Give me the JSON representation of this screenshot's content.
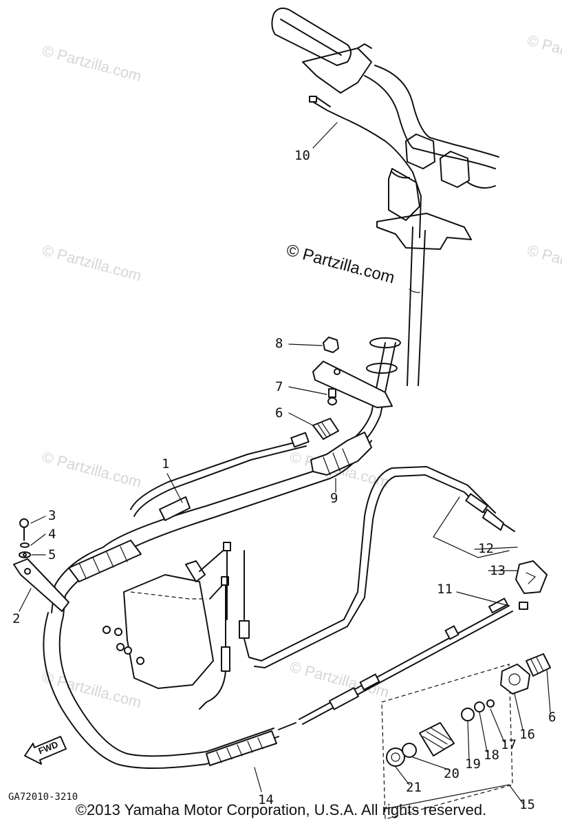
{
  "watermarks": [
    "© Partzilla.com",
    "© Partzilla.com",
    "© Partzilla.com",
    "© Partzilla.com",
    "© Partzilla.com",
    "© Partzilla.com",
    "© Partzilla.com",
    "© Partzilla.com"
  ],
  "center_watermark": "© Partzilla.com",
  "diagram_code": "GA72010-3210",
  "fwd_label": "FWD",
  "copyright": "©2013 Yamaha Motor Corporation, U.S.A. All rights reserved.",
  "callouts": [
    {
      "id": "1",
      "label": "1"
    },
    {
      "id": "2",
      "label": "2"
    },
    {
      "id": "3",
      "label": "3"
    },
    {
      "id": "4",
      "label": "4"
    },
    {
      "id": "5",
      "label": "5"
    },
    {
      "id": "6a",
      "label": "6"
    },
    {
      "id": "7",
      "label": "7"
    },
    {
      "id": "8",
      "label": "8"
    },
    {
      "id": "9",
      "label": "9"
    },
    {
      "id": "10",
      "label": "10"
    },
    {
      "id": "11",
      "label": "11"
    },
    {
      "id": "12",
      "label": "12"
    },
    {
      "id": "13",
      "label": "13"
    },
    {
      "id": "14",
      "label": "14"
    },
    {
      "id": "15",
      "label": "15"
    },
    {
      "id": "16",
      "label": "16"
    },
    {
      "id": "17",
      "label": "17"
    },
    {
      "id": "18",
      "label": "18"
    },
    {
      "id": "19",
      "label": "19"
    },
    {
      "id": "20",
      "label": "20"
    },
    {
      "id": "21",
      "label": "21"
    },
    {
      "id": "6b",
      "label": "6"
    }
  ]
}
